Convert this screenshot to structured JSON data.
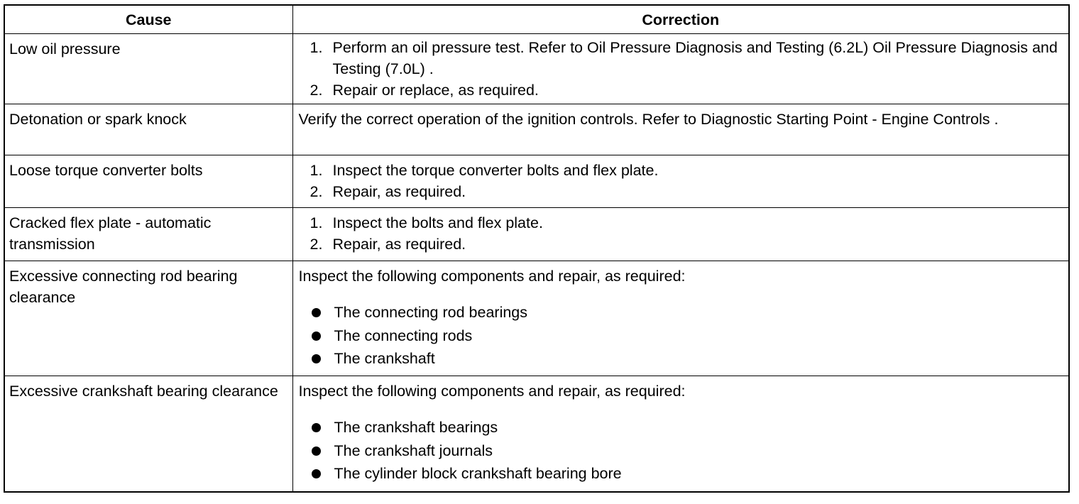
{
  "headers": {
    "cause": "Cause",
    "correction": "Correction"
  },
  "rows": [
    {
      "cause": "Low oil pressure",
      "steps": [
        "Perform an oil pressure test. Refer to Oil Pressure Diagnosis and Testing (6.2L) Oil Pressure Diagnosis and Testing (7.0L) .",
        "Repair or replace, as required."
      ]
    },
    {
      "cause": "Detonation or spark knock",
      "text": "Verify the correct operation of the ignition controls. Refer to Diagnostic Starting Point - Engine Controls ."
    },
    {
      "cause": "Loose torque converter bolts",
      "steps": [
        "Inspect the torque converter bolts and flex plate.",
        "Repair, as required."
      ]
    },
    {
      "cause": "Cracked flex plate - automatic transmission",
      "steps": [
        "Inspect the bolts and flex plate.",
        "Repair, as required."
      ]
    },
    {
      "cause": "Excessive connecting rod bearing clearance",
      "text": "Inspect the following components and repair, as required:",
      "bullets": [
        "The connecting rod bearings",
        "The connecting rods",
        "The crankshaft"
      ]
    },
    {
      "cause": "Excessive crankshaft bearing clearance",
      "text": "Inspect the following components and repair, as required:",
      "bullets": [
        "The crankshaft bearings",
        "The crankshaft journals",
        "The cylinder block crankshaft bearing bore"
      ]
    }
  ]
}
